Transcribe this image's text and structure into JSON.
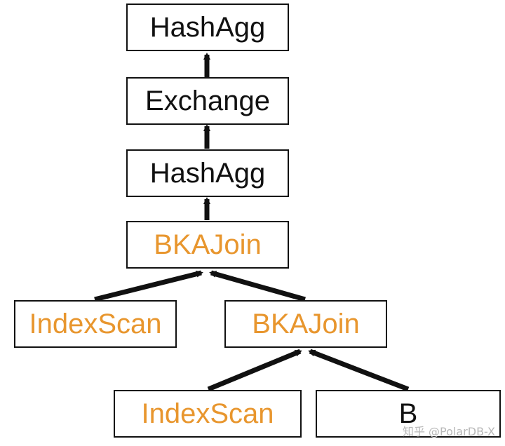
{
  "diagram": {
    "nodes": [
      {
        "id": "hashagg-top",
        "label": "HashAgg"
      },
      {
        "id": "exchange",
        "label": "Exchange"
      },
      {
        "id": "hashagg-mid",
        "label": "HashAgg"
      },
      {
        "id": "bkajoin-top",
        "label": "BKAJoin"
      },
      {
        "id": "indexscan-left",
        "label": "IndexScan"
      },
      {
        "id": "bkajoin-mid",
        "label": "BKAJoin"
      },
      {
        "id": "indexscan-bottom",
        "label": "IndexScan"
      },
      {
        "id": "b-table",
        "label": "B"
      }
    ],
    "edges": [
      {
        "from": "exchange",
        "to": "hashagg-top"
      },
      {
        "from": "hashagg-mid",
        "to": "exchange"
      },
      {
        "from": "bkajoin-top",
        "to": "hashagg-mid"
      },
      {
        "from": "indexscan-left",
        "to": "bkajoin-top"
      },
      {
        "from": "bkajoin-mid",
        "to": "bkajoin-top"
      },
      {
        "from": "indexscan-bottom",
        "to": "bkajoin-mid"
      },
      {
        "from": "b-table",
        "to": "bkajoin-mid"
      }
    ],
    "colors": {
      "default_text": "#111111",
      "highlight_text": "#e8962e",
      "edge": "#111111"
    }
  },
  "watermark": "知乎 @PolarDB-X"
}
